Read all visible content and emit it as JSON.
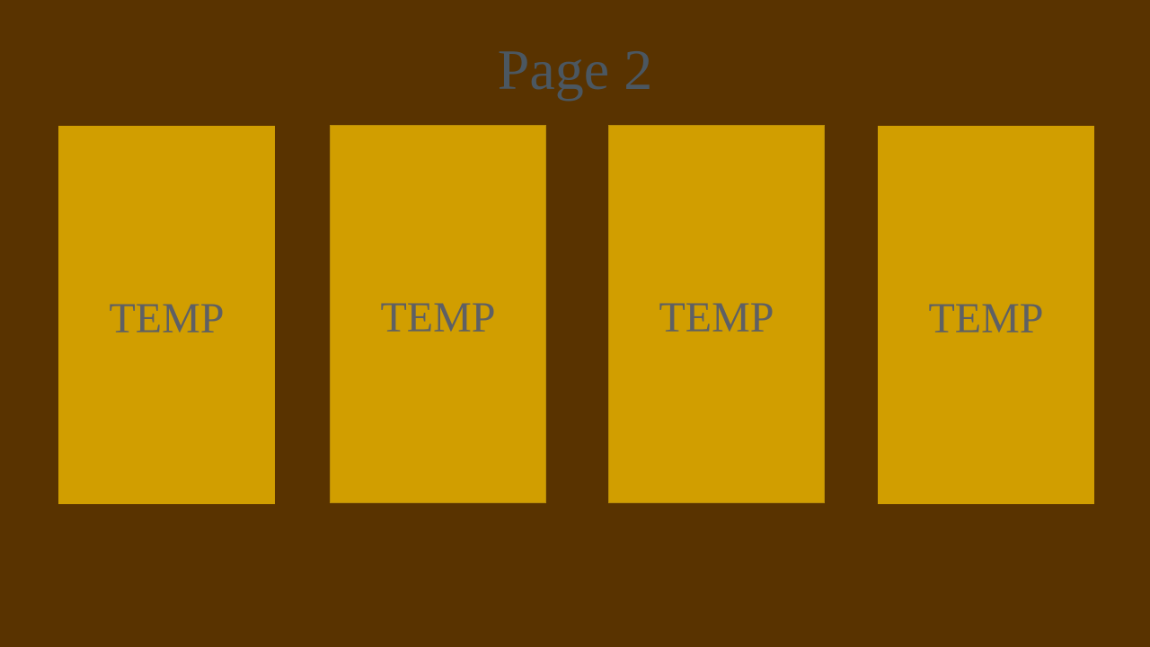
{
  "page": {
    "title": "Page 2"
  },
  "cards": [
    {
      "label": "TEMP"
    },
    {
      "label": "TEMP"
    },
    {
      "label": "TEMP"
    },
    {
      "label": "TEMP"
    }
  ],
  "colors": {
    "background": "#593300",
    "card": "#d19e00",
    "title_text": "#4b5761",
    "card_text": "#5e6064"
  }
}
